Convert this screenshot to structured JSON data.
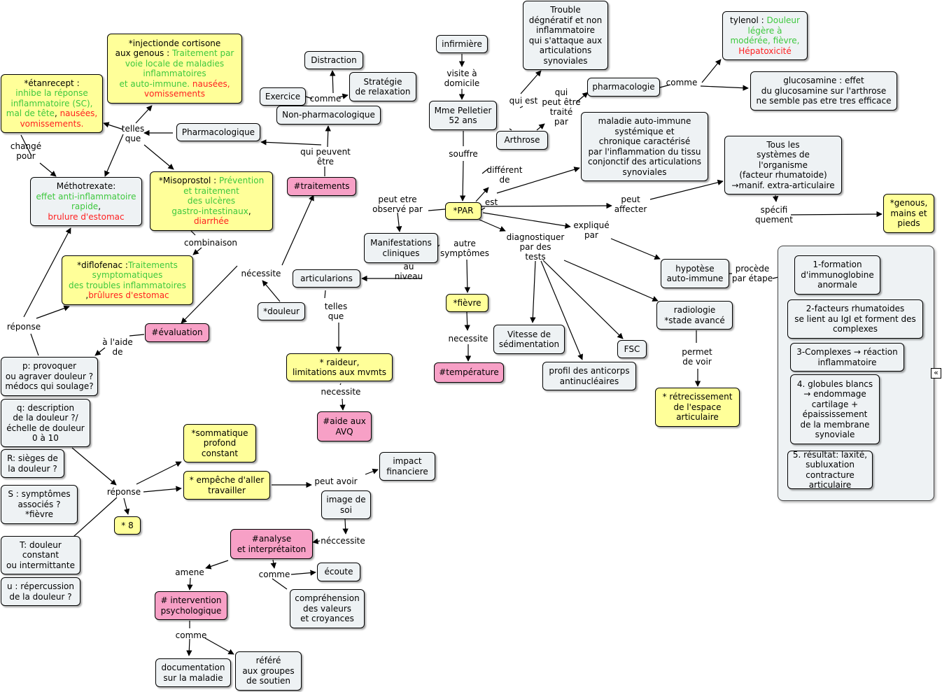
{
  "nodes": {
    "etanrecept": [
      {
        "t": "*étanrecept :\n"
      },
      {
        "t": "inhibe la réponse\ninflammatoire (SC),\nmal de tête",
        "c": "green"
      },
      {
        "t": ", "
      },
      {
        "t": "nausées,\nvomissements.",
        "c": "red"
      }
    ],
    "cortisone": [
      {
        "t": "*injectionde cortisone\naux genous : "
      },
      {
        "t": "Traitement par\nvoie locale de maladies\ninflammatoires\net auto-immune.",
        "c": "green"
      },
      {
        "t": "   "
      },
      {
        "t": "nausées,\nvomissements",
        "c": "red"
      }
    ],
    "distraction": [
      {
        "t": "Distraction"
      }
    ],
    "strategie": [
      {
        "t": "Stratégie\nde relaxation"
      }
    ],
    "exercice": [
      {
        "t": "Exercice"
      }
    ],
    "nonpharma": [
      {
        "t": "Non-pharmacologique"
      }
    ],
    "pharmacologique": [
      {
        "t": "Pharmacologique"
      }
    ],
    "traitements": [
      {
        "t": "#traitements"
      }
    ],
    "infirmiere": [
      {
        "t": "infirmière"
      }
    ],
    "pelletier": [
      {
        "t": "Mme Pelletier\n52 ans"
      }
    ],
    "trouble": [
      {
        "t": "Trouble\ndégnératif et non\ninflammatoire\nqui s'attaque aux\narticulations\nsynoviales"
      }
    ],
    "arthrose": [
      {
        "t": "Arthrose"
      }
    ],
    "pharmacologie": [
      {
        "t": "pharmacologie"
      }
    ],
    "tylenol": [
      {
        "t": "tylenol : "
      },
      {
        "t": "Douleur\nlégère à\nmodérée, fièvre,",
        "c": "green"
      },
      {
        "t": "\n"
      },
      {
        "t": "Hépatoxicité",
        "c": "red"
      }
    ],
    "glucosamine": [
      {
        "t": "glucosamine : effet\ndu glucosamine sur l'arthrose\nne semble pas etre tres efficace"
      }
    ],
    "maladie": [
      {
        "t": "maladie auto-immune\nsystémique et\nchronique caractérisé\npar l'inflammation du tissu\nconjonctif des articulations\nsynoviales"
      }
    ],
    "systemes": [
      {
        "t": "Tous les\nsystèmes de\nl'organisme\n(facteur rhumatoide)\n→manif. extra-articulaire"
      }
    ],
    "genous": [
      {
        "t": "*genous,\nmains et\npieds"
      }
    ],
    "methotrexate": [
      {
        "t": "Méthotrexate:\n"
      },
      {
        "t": "effet anti-inflammatoire\nrapide",
        "c": "green"
      },
      {
        "t": ",\n"
      },
      {
        "t": "brulure d'estomac",
        "c": "red"
      }
    ],
    "misoprostol": [
      {
        "t": "*Misoprostol : "
      },
      {
        "t": "Prévention\net traitement\ndes ulcères\ngastro-intestinaux",
        "c": "green"
      },
      {
        "t": ",\n"
      },
      {
        "t": "diarrhée",
        "c": "red"
      }
    ],
    "par": [
      {
        "t": "*PAR"
      }
    ],
    "manifestations": [
      {
        "t": "Manifestations\ncliniques"
      }
    ],
    "diflofenac": [
      {
        "t": "*diflofenac :"
      },
      {
        "t": "Traitements\nsymptomatiques\ndes troubles inflammatoires",
        "c": "green"
      },
      {
        "t": "\n,"
      },
      {
        "t": "brûlures d'estomac",
        "c": "red"
      }
    ],
    "articularions": [
      {
        "t": "articularions"
      }
    ],
    "douleur": [
      {
        "t": "*douleur"
      }
    ],
    "fievre": [
      {
        "t": "*fièvre"
      }
    ],
    "hypotese": [
      {
        "t": "hypotèse\nauto-immune"
      }
    ],
    "radiologie": [
      {
        "t": "radiologie\n*stade avancé"
      }
    ],
    "evaluation": [
      {
        "t": "#évaluation"
      }
    ],
    "vitesse": [
      {
        "t": "Vitesse de\nsédimentation"
      }
    ],
    "fsc": [
      {
        "t": "FSC"
      }
    ],
    "raideur": [
      {
        "t": "* raideur,\nlimitations aux mvmts"
      }
    ],
    "temperature": [
      {
        "t": "#température"
      }
    ],
    "anticorps": [
      {
        "t": "profil des anticorps\nantinucléaires"
      }
    ],
    "retrecissement": [
      {
        "t": "* rétrecissement\nde l'espace\narticulaire"
      }
    ],
    "p": [
      {
        "t": "p: provoquer\nou agraver douleur ?\nmédocs qui soulage?"
      }
    ],
    "q": [
      {
        "t": "q: description\nde la douleur ?/\néchelle de douleur\n0 à 10"
      }
    ],
    "r": [
      {
        "t": "R: sièges de\nla douleur ?"
      }
    ],
    "s": [
      {
        "t": "S : symptômes\nassociés ?\n*fièvre"
      }
    ],
    "t": [
      {
        "t": "T: douleur\nconstant\nou intermittante"
      }
    ],
    "u": [
      {
        "t": "u : répercussion\nde la douleur ?"
      }
    ],
    "aideavq": [
      {
        "t": "#aide aux\nAVQ"
      }
    ],
    "sommatique": [
      {
        "t": "*sommatique\nprofond\nconstant"
      }
    ],
    "empeche": [
      {
        "t": "* empêche d'aller\ntravailler"
      }
    ],
    "impact": [
      {
        "t": "impact\nfinanciere"
      }
    ],
    "imagesoi": [
      {
        "t": "image de\nsoi"
      }
    ],
    "huit": [
      {
        "t": "* 8"
      }
    ],
    "analyse": [
      {
        "t": "#analyse\net interprétaiton"
      }
    ],
    "ecoute": [
      {
        "t": "écoute"
      }
    ],
    "intervention": [
      {
        "t": "# intervention\npsychologique"
      }
    ],
    "comprehension": [
      {
        "t": "compréhension\ndes valeurs\net croyances"
      }
    ],
    "documentation": [
      {
        "t": "documentation\nsur la maladie"
      }
    ],
    "refere": [
      {
        "t": "référé\naux groupes\nde soutien"
      }
    ],
    "f1": [
      {
        "t": "1-formation\nd'immunoglobine\nanormale"
      }
    ],
    "f2": [
      {
        "t": "2-facteurs rhumatoides\nse lient au IgI et forment des\ncomplexes"
      }
    ],
    "f3": [
      {
        "t": "3-Complexes → réaction\ninflammatoire"
      }
    ],
    "f4": [
      {
        "t": "4. globules blancs\n→ endommage\ncartilage +\népaississement\nde la membrane\nsynoviale"
      }
    ],
    "f5": [
      {
        "t": "5. résultat: laxité,\nsubluxation\ncontracture articulaire"
      }
    ]
  },
  "links": {
    "telles_que_1": "telles\nque",
    "change_pour": "changé\npour",
    "comme_1": "comme",
    "qui_peuvent_etre": "qui peuvent\nêtre",
    "visite": "visite à\ndomicile",
    "souffre": "souffre",
    "qui_est": "qui est",
    "qui_peut_etre": "qui\npeut être\ntraité\npar",
    "comme_2": "comme",
    "different_de": "différent\nde",
    "est": "est",
    "peut_affecter": "peut\naffecter",
    "specifiquement": "spécifi\nquement",
    "peut_etre_observe": "peut etre\nobservé par",
    "combinaison": "combinaison",
    "autre_symptomes": "autre\nsymptômes",
    "au_niveau": "au\nniveau",
    "diagnostique": "diagnostiquer\npar des\ntests",
    "explique_par": "expliqué\npar",
    "procede": "procède\npar étape",
    "necessite_1": "nécessite",
    "reponse_1": "réponse",
    "telles_que_2": "telles\nque",
    "a_laide": "à l'aide\nde",
    "necessite_2": "necessite",
    "permet_de_voir": "permet\nde  voir",
    "necessite_3": "necessite",
    "reponse_2": "réponse",
    "peut_avoir": "peut avoir",
    "neccessite": "néccessite",
    "amene": "amene",
    "comme_3": "comme",
    "comme_4": "comme"
  },
  "ui": {
    "collapse_icon": "«"
  }
}
